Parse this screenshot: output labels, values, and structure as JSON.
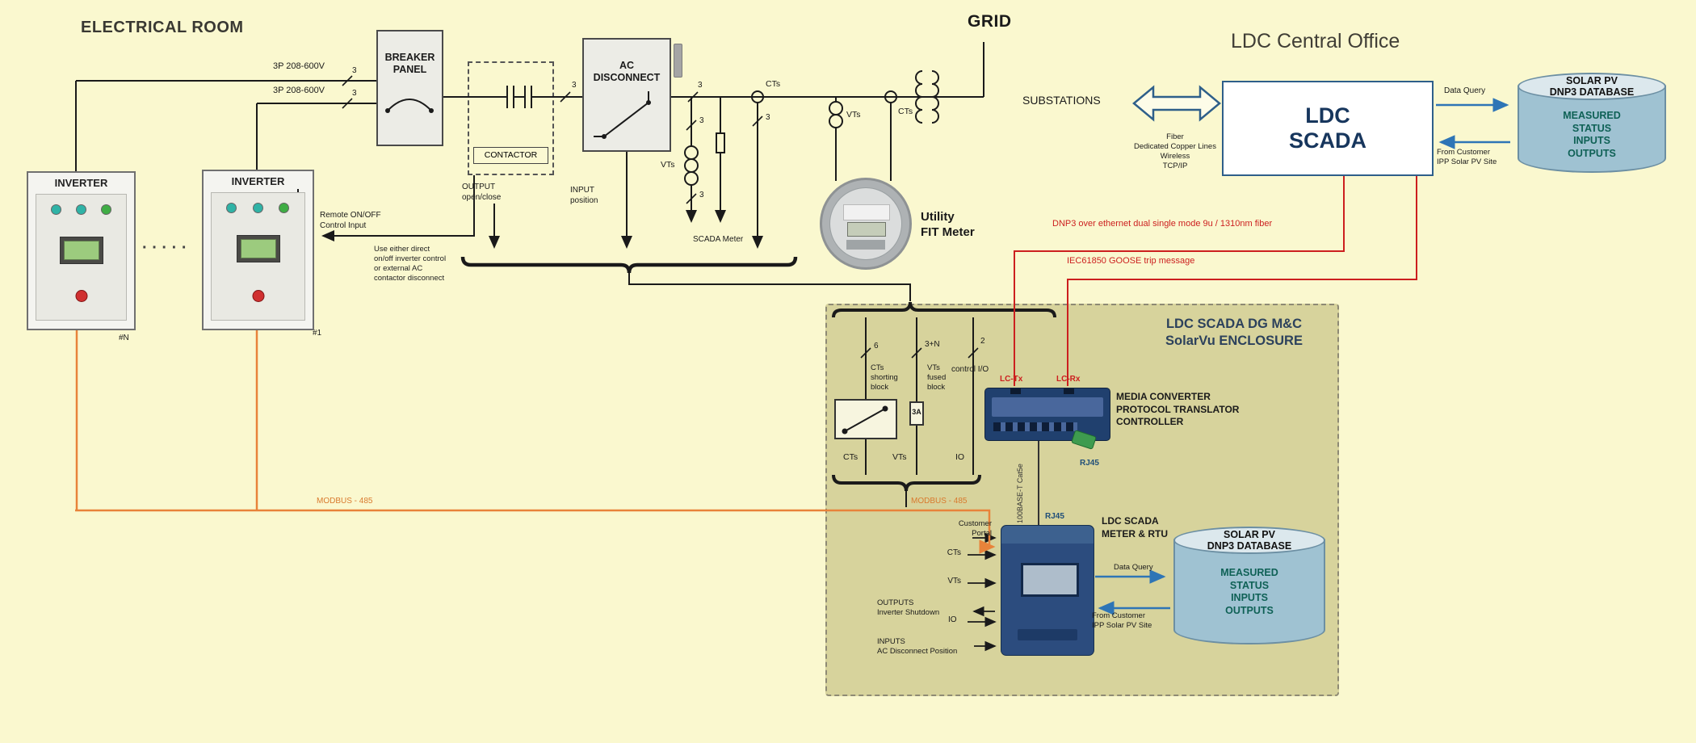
{
  "colors": {
    "background": "#FAF8CF",
    "enclosure_bg": "#D7D39C",
    "line_black": "#1A1A1A",
    "link_red": "#CC1F1F",
    "link_orange": "#E8833A",
    "link_blue": "#2E75B6",
    "scada_border_blue": "#2E5F8A",
    "database_body": "#9FC2D2",
    "database_top": "#DCE8ED",
    "device_blue": "#20406E"
  },
  "titles": {
    "electrical_room": "ELECTRICAL ROOM",
    "grid": "GRID",
    "central_office": "LDC Central Office"
  },
  "inverters": {
    "label": "INVERTER",
    "unit_n": "#N",
    "unit_1": "#1",
    "dots": "·  ·  ·  ·  ·"
  },
  "feeders": {
    "voltage": "3P 208-600V",
    "count3": "3"
  },
  "breaker_panel": {
    "label": "BREAKER\nPANEL"
  },
  "contactor": {
    "label": "CONTACTOR",
    "output_note": "OUTPUT\nopen/close"
  },
  "ac_disconnect": {
    "label": "AC\nDISCONNECT",
    "input_note": "INPUT\nposition"
  },
  "notes": {
    "remote": "Remote ON/OFF\nControl Input",
    "control_choice": "Use either direct\non/off inverter control\nor external AC\ncontactor disconnect"
  },
  "grid_section": {
    "cts": "CTs",
    "vts": "VTs",
    "scada_meter": "SCADA Meter",
    "fit_meter": "Utility\nFIT Meter"
  },
  "office": {
    "scada_box": "LDC\nSCADA",
    "substations": "SUBSTATIONS",
    "comm": "Fiber\nDedicated Copper Lines\nWireless\nTCP/IP",
    "data_query": "Data Query",
    "from_customer": "From Customer\nIPP Solar PV Site"
  },
  "database": {
    "title": "SOLAR PV\nDNP3 DATABASE",
    "body": "MEASURED\nSTATUS\nINPUTS\nOUTPUTS"
  },
  "links": {
    "dnp3": "DNP3 over ethernet dual single mode 9u / 1310nm  fiber",
    "goose": "IEC61850 GOOSE trip message",
    "modbus": "MODBUS - 485"
  },
  "enclosure": {
    "title": "LDC SCADA DG M&C\nSolarVu ENCLOSURE",
    "count_cts": "6",
    "count_vts": "3+N",
    "count_io": "2",
    "cts_block": "CTs\nshorting\nblock",
    "vts_block": "VTs\nfused\nblock",
    "control_io": "control I/O",
    "fuse": "3A",
    "cts": "CTs",
    "vts": "VTs",
    "io": "IO",
    "lc_tx": "LC-Tx",
    "lc_rx": "LC-Rx",
    "media_converter": "MEDIA CONVERTER\nPROTOCOL TRANSLATOR\nCONTROLLER",
    "rj45": "RJ45",
    "cat5": "100BASE-T  Cat5e",
    "meter_rtu": "LDC SCADA\nMETER & RTU",
    "customer_portal": "Customer\nPortal",
    "meter_cts": "CTs",
    "meter_vts": "VTs",
    "outputs": "OUTPUTS\nInverter Shutdown",
    "meter_io": "IO",
    "inputs": "INPUTS\nAC Disconnect Position"
  }
}
